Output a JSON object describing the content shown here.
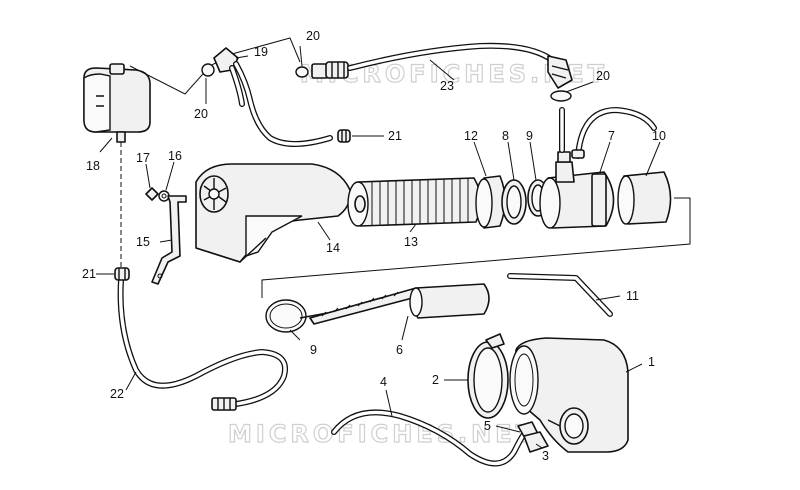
{
  "watermark": "MICROFICHES.NET",
  "labels": {
    "p1": "1",
    "p2": "2",
    "p3": "3",
    "p4": "4",
    "p5": "5",
    "p6": "6",
    "p7": "7",
    "p8": "8",
    "p9a": "9",
    "p9b": "9",
    "p10": "10",
    "p11": "11",
    "p12": "12",
    "p13": "13",
    "p14": "14",
    "p15": "15",
    "p16": "16",
    "p17": "17",
    "p18": "18",
    "p19": "19",
    "p20a": "20",
    "p20b": "20",
    "p20c": "20",
    "p21a": "21",
    "p21b": "21",
    "p22": "22",
    "p23": "23"
  }
}
